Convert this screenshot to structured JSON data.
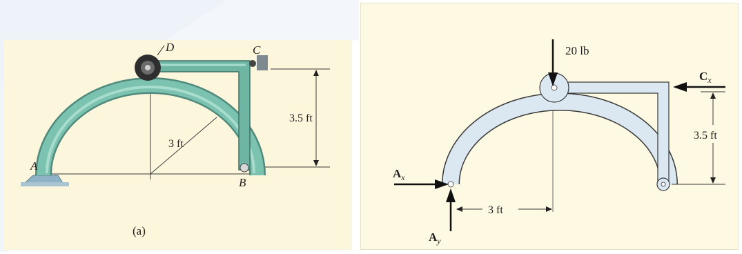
{
  "figure_a": {
    "labels": {
      "point_a": "A",
      "point_b": "B",
      "point_c": "C",
      "point_d": "D",
      "radius": "3 ft",
      "height": "3.5 ft",
      "caption": "(a)"
    }
  },
  "figure_b": {
    "labels": {
      "load": "20 lb",
      "cx": "C",
      "cx_sub": "x",
      "ax": "A",
      "ax_sub": "x",
      "ay": "A",
      "ay_sub": "y",
      "height": "3.5 ft",
      "radius": "3 ft"
    }
  },
  "colors": {
    "member_teal": "#6fb5a4",
    "member_blue": "#dbe8f1",
    "outline": "#2b2b2b",
    "background_a": "#fbf6dc",
    "background_b": "#fdf9e2",
    "watermark": "#eef3f9"
  }
}
